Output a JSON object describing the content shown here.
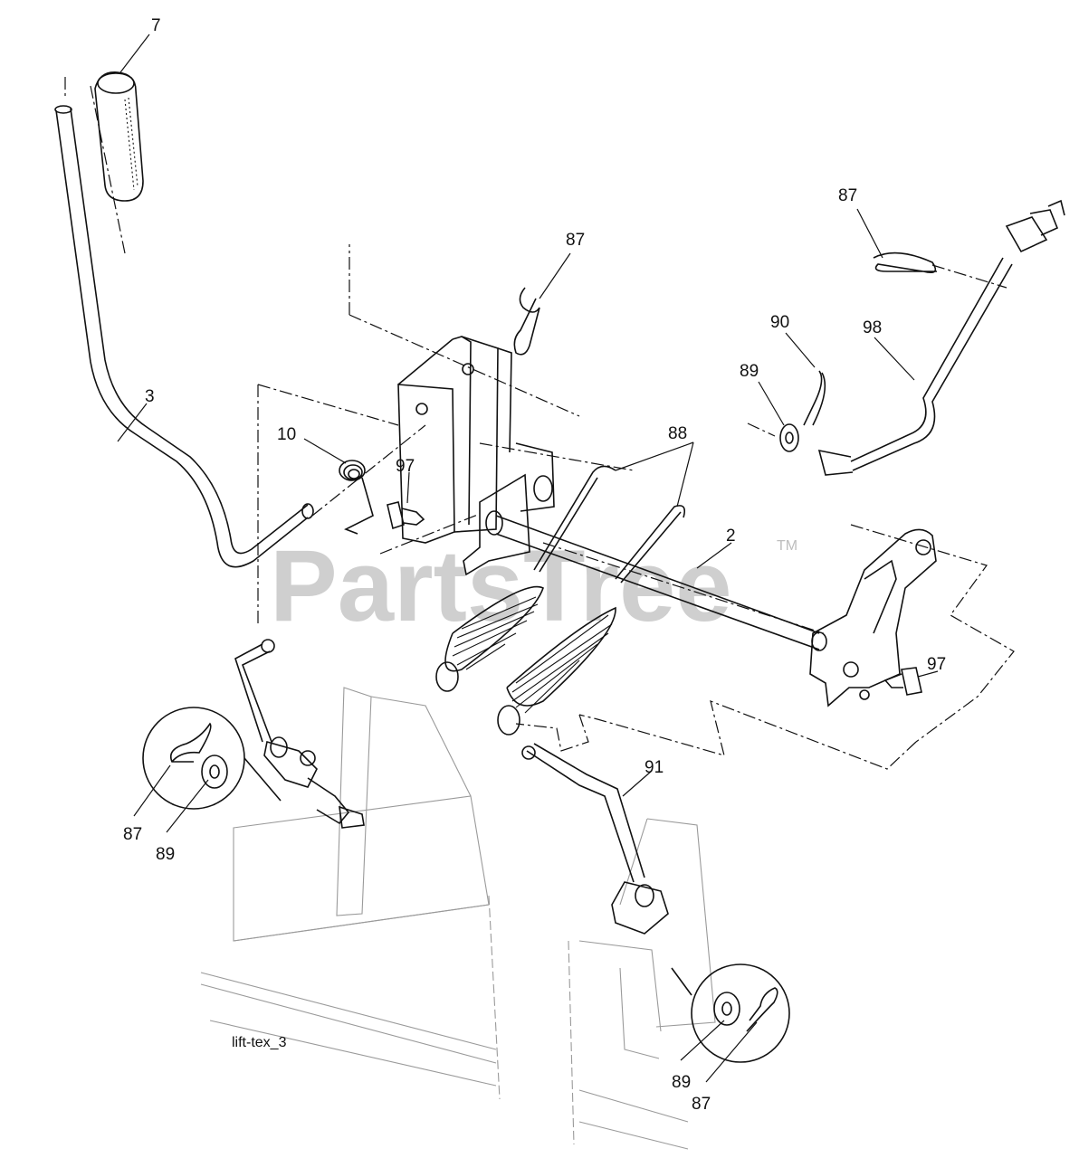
{
  "watermark": {
    "brand": "PartsTree",
    "trademark": "TM"
  },
  "figure_id": "lift-tex_3",
  "callouts": [
    {
      "id": "c7",
      "part": "7"
    },
    {
      "id": "c3",
      "part": "3"
    },
    {
      "id": "c10",
      "part": "10"
    },
    {
      "id": "c97a",
      "part": "97"
    },
    {
      "id": "c87a",
      "part": "87"
    },
    {
      "id": "c88",
      "part": "88"
    },
    {
      "id": "c2",
      "part": "2"
    },
    {
      "id": "c87b",
      "part": "87"
    },
    {
      "id": "c90",
      "part": "90"
    },
    {
      "id": "c98",
      "part": "98"
    },
    {
      "id": "c89a",
      "part": "89"
    },
    {
      "id": "c97b",
      "part": "97"
    },
    {
      "id": "c91",
      "part": "91"
    },
    {
      "id": "c87c",
      "part": "87"
    },
    {
      "id": "c89b",
      "part": "89"
    },
    {
      "id": "c89c",
      "part": "89"
    },
    {
      "id": "c87d",
      "part": "87"
    }
  ]
}
